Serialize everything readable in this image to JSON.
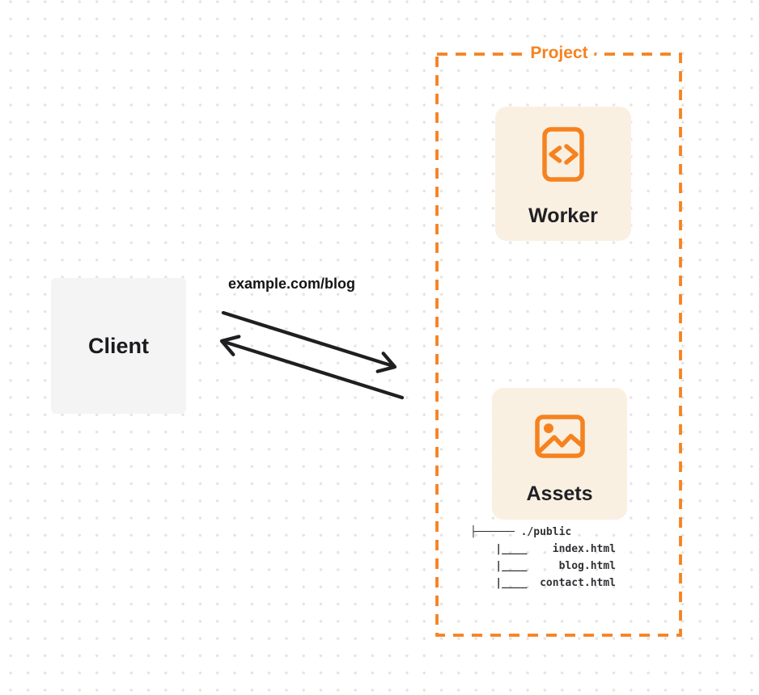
{
  "diagram": {
    "accent_color": "#f6821f",
    "client": {
      "label": "Client"
    },
    "request": {
      "label": "example.com/blog",
      "direction": "bidirectional"
    },
    "project": {
      "label": "Project",
      "worker": {
        "label": "Worker",
        "icon": "code-file-icon"
      },
      "assets": {
        "label": "Assets",
        "icon": "image-icon",
        "file_tree": {
          "root": "./public",
          "files": [
            "index.html",
            "blog.html",
            "contact.html"
          ],
          "text": "├────── ./public\n    |____    index.html\n    |____     blog.html\n    |____  contact.html"
        }
      }
    }
  }
}
